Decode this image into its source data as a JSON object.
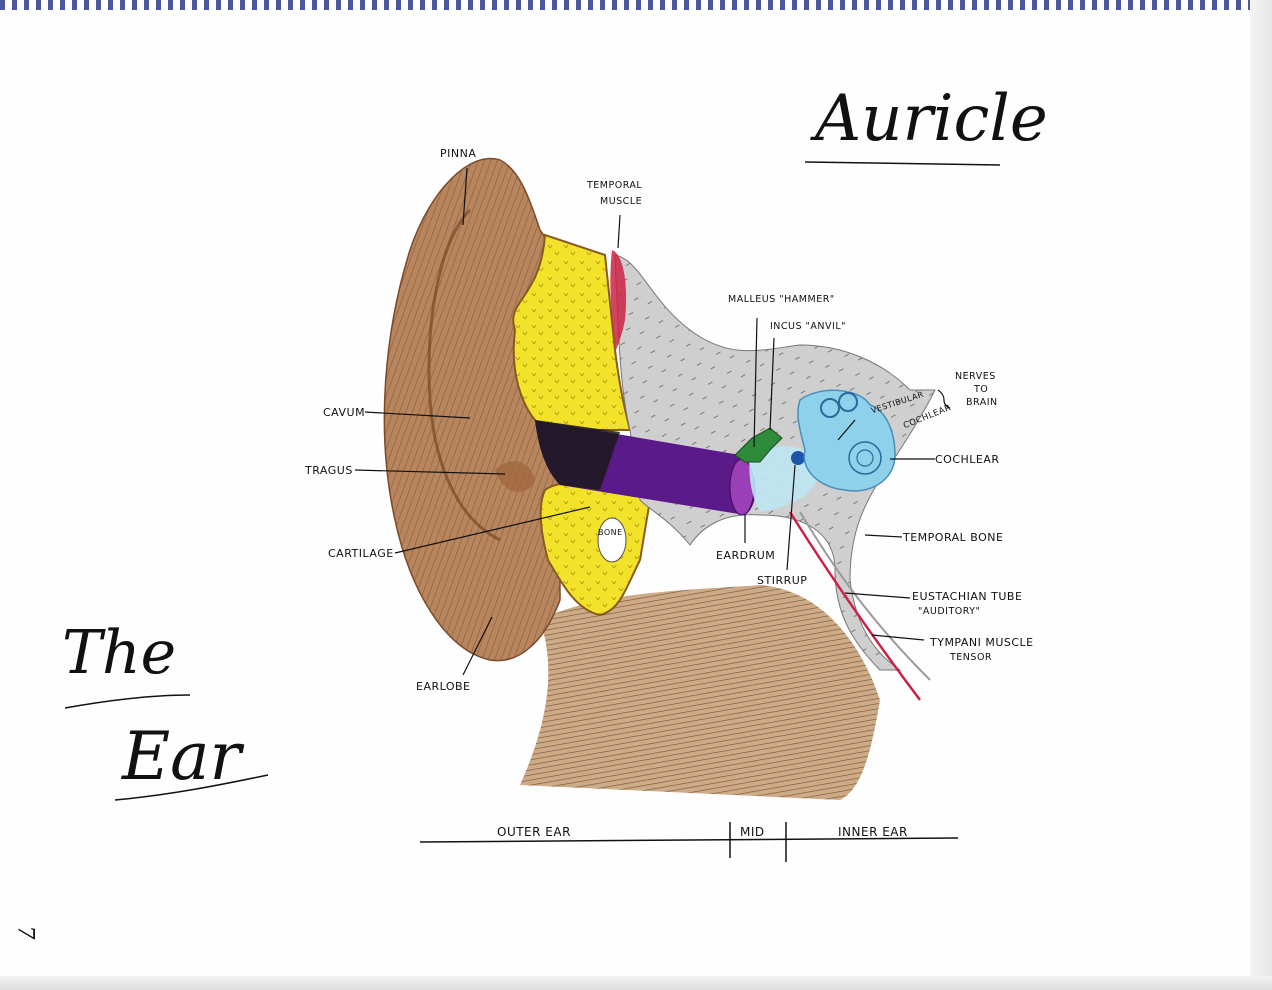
{
  "titles": {
    "main": "Auricle",
    "side_line1": "The",
    "side_line2": "Ear"
  },
  "labels": {
    "pinna": "PINNA",
    "temporal_muscle_1": "TEMPORAL",
    "temporal_muscle_2": "MUSCLE",
    "malleus": "MALLEUS \"HAMMER\"",
    "incus": "INCUS \"ANVIL\"",
    "nerves_1": "NERVES",
    "nerves_2": "to",
    "nerves_3": "BRAIN",
    "vestibular": "VESTIBULAR",
    "cochlear_nerve": "COCHLEAR",
    "cochlear": "COCHLEAR",
    "cavum": "CAVUM",
    "tragus": "TRAGUS",
    "cartilage": "CARTILAGE",
    "bone": "BONE",
    "eardrum": "EARDRUM",
    "stirrup": "STIRRUP",
    "temporal_bone": "TEMPORAL BONE",
    "eustachian_1": "EUSTACHIAN TUBE",
    "eustachian_2": "\"AUDITORY\"",
    "tympani_1": "TYMPANI MUSCLE",
    "tympani_2": "TENSOR",
    "earlobe": "EARLOBE"
  },
  "sections": {
    "outer": "OUTER EAR",
    "mid": "MID",
    "inner": "INNER EAR"
  },
  "page_number": "7",
  "colors": {
    "skin": "#b07a52",
    "cartilage": "#f2e22a",
    "canal": "#5a1a8a",
    "bone": "#c9c9c9",
    "inner_ear": "#8fd0ea",
    "muscle": "#cc2244",
    "ossicles": "#2e8b3a"
  }
}
